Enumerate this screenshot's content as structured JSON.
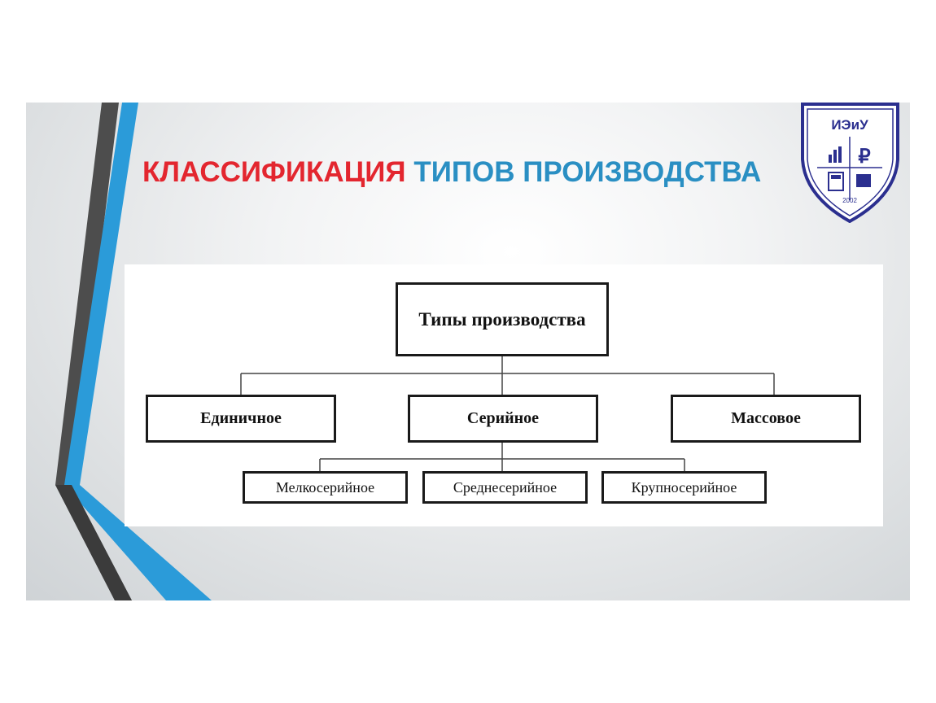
{
  "title": {
    "part1": "КЛАССИФИКАЦИЯ",
    "part2": "ТИПОВ ПРОИЗВОДСТВА"
  },
  "logo": {
    "text": "ИЭиУ",
    "year": "2002"
  },
  "diagram": {
    "root": "Типы производства",
    "level1": [
      "Единичное",
      "Серийное",
      "Массовое"
    ],
    "level2": [
      "Мелкосерийное",
      "Среднесерийное",
      "Крупносерийное"
    ]
  },
  "colors": {
    "title_red": "#e3262f",
    "title_blue": "#2a8fc3",
    "stripe_gray": "#4a4a4a",
    "stripe_blue": "#2a9ad8",
    "logo_blue": "#2b2f8f"
  }
}
